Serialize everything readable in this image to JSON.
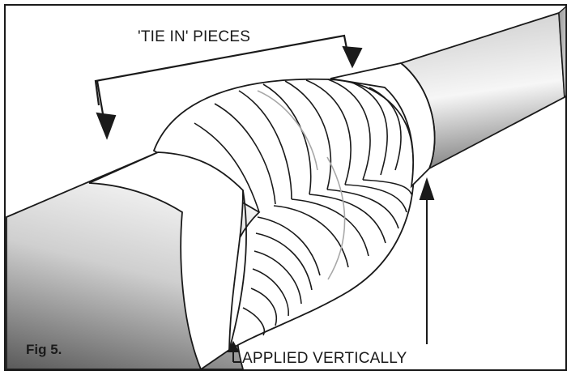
{
  "labels": {
    "tie_in": "'TIE IN' PIECES",
    "applied": "APPLIED VERTICALLY",
    "figure": "Fig 5."
  },
  "colors": {
    "outline": "#1a1a1a",
    "pipe_dark": "#5e5e5e",
    "pipe_light": "#f4f4f4",
    "wrap_fill": "#ffffff",
    "grey_guide": "#a8a8a8"
  }
}
